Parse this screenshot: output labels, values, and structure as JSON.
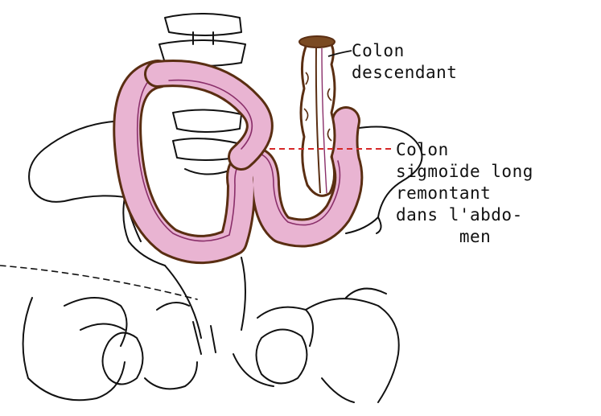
{
  "labels": {
    "descendant": {
      "line1": "Colon",
      "line2": "descendant"
    },
    "sigmoide": {
      "line1": "Colon",
      "line2": "sigmoïde long",
      "line3": "remontant",
      "line4": "dans l'abdo-",
      "line5": "      men"
    }
  },
  "colors": {
    "outline": "#111111",
    "colon_outline": "#5a2e12",
    "colon_fill": "#e9b4d2",
    "colon_inner": "#8a2f6a",
    "leader_red": "#d62828"
  }
}
